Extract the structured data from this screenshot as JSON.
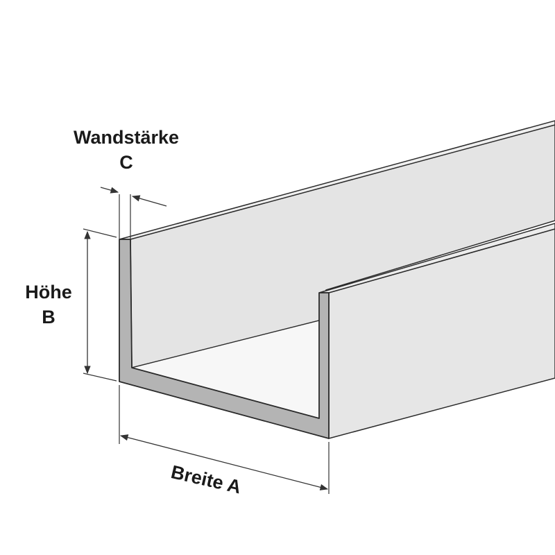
{
  "labels": {
    "wall_thickness_line1": "Wandstärke",
    "wall_thickness_line2": "C",
    "height_line1": "Höhe",
    "height_line2": "B",
    "width": "Breite A"
  },
  "colors": {
    "outline": "#2a2a2a",
    "face": "#e6e6e6",
    "face_shadow": "#dcdcdc",
    "section": "#b4b4b4",
    "inner_floor": "#f7f7f7",
    "dimension": "#333333"
  }
}
